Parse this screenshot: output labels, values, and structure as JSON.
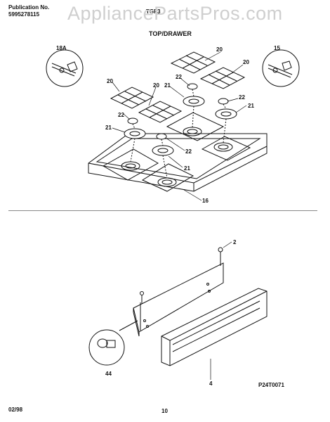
{
  "header": {
    "publication_label": "Publication No.",
    "publication_number": "5995278115",
    "model": "TGF3",
    "title": "TOP/DRAWER",
    "watermark": "AppliancePartsPros.com"
  },
  "callouts": {
    "grate": "20",
    "burner_head": "21",
    "burner_cap": "22",
    "cooktop": "16",
    "inset_left": "18A",
    "inset_right": "15",
    "screw": "2",
    "drawer_panel": "4",
    "roller": "44"
  },
  "footer": {
    "date": "02/98",
    "page": "10",
    "figure_id": "P24T0071"
  }
}
